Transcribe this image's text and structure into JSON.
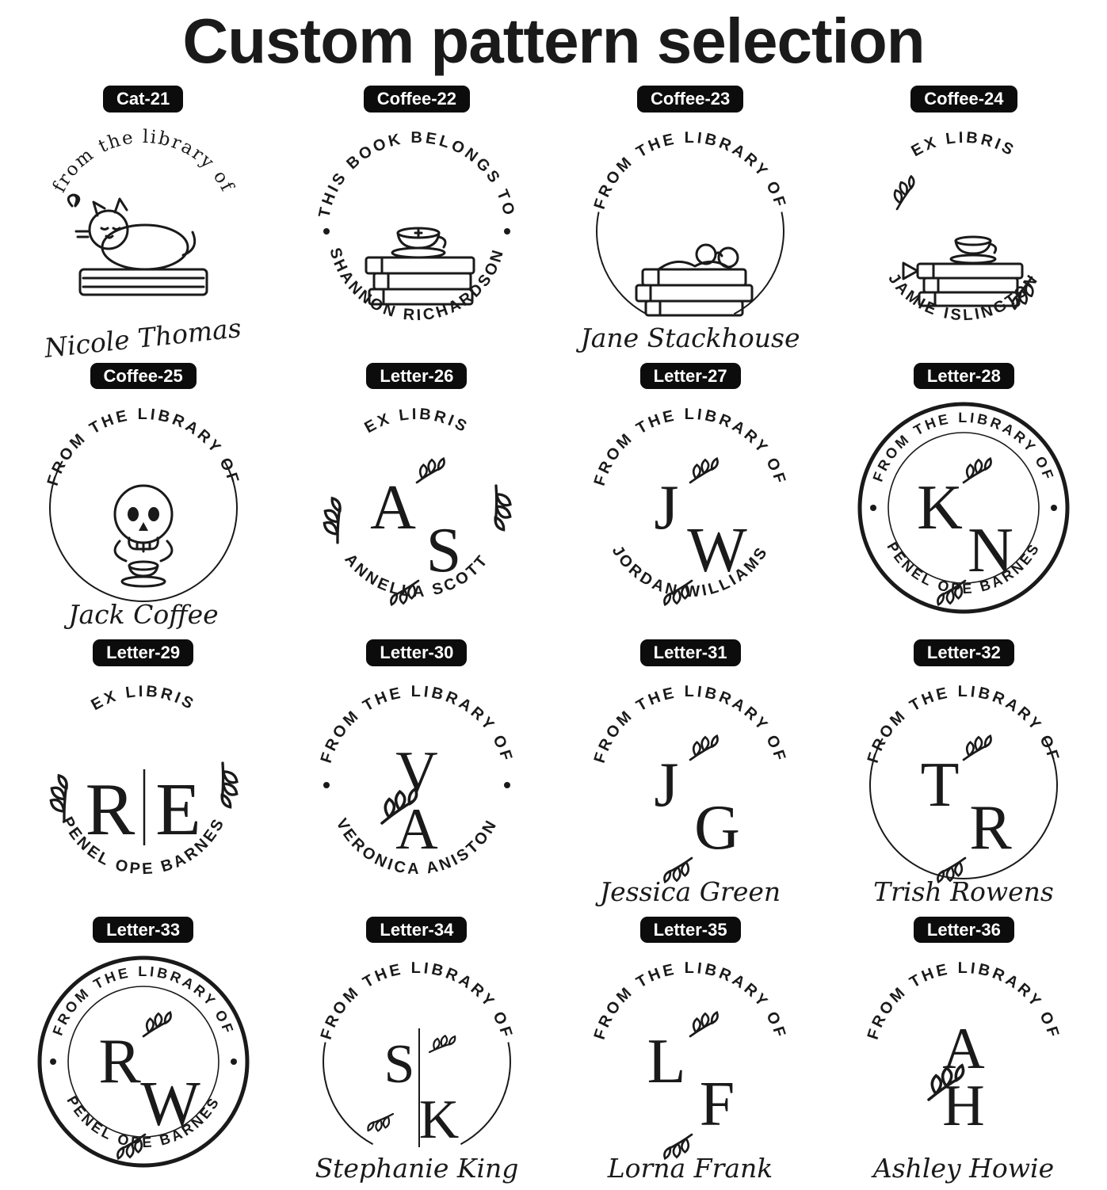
{
  "page": {
    "title": "Custom pattern selection",
    "ink_color": "#1a1a1a",
    "label_bg_color": "#0c0c0c",
    "label_text_color": "#ffffff"
  },
  "stamps": [
    {
      "label": "Cat-21",
      "top_text": "from the library of",
      "top_style": "serif",
      "bottom_text": "Nicole Thomas",
      "bottom_style": "script",
      "script_tilt": -6,
      "center": {
        "type": "icon",
        "icon": "cat-on-book-icon"
      },
      "ring": "none",
      "dots": false
    },
    {
      "label": "Coffee-22",
      "top_text": "THIS BOOK BELONGS TO",
      "top_style": "caps",
      "bottom_text": "SHANNON RICHARDSON",
      "bottom_style": "arc",
      "center": {
        "type": "icon",
        "icon": "teacup-on-books-icon"
      },
      "ring": "none",
      "dots": true
    },
    {
      "label": "Coffee-23",
      "top_text": "FROM THE LIBRARY OF",
      "top_style": "caps",
      "bottom_text": "Jane Stackhouse",
      "bottom_style": "script",
      "center": {
        "type": "icon",
        "icon": "books-and-glasses-icon"
      },
      "ring": "sides",
      "dots": false
    },
    {
      "label": "Coffee-24",
      "top_text": "EX LIBRIS",
      "top_style": "caps",
      "bottom_text": "JAMIE ISLINGTON",
      "bottom_style": "arc",
      "center": {
        "type": "icon",
        "icon": "cup-on-books-floral-icon"
      },
      "ring": "none",
      "dots": false
    },
    {
      "label": "Coffee-25",
      "top_text": "FROM THE LIBRARY OF",
      "top_style": "caps",
      "bottom_text": "Jack Coffee",
      "bottom_style": "script",
      "center": {
        "type": "icon",
        "icon": "skull-with-coffee-icon"
      },
      "ring": "open-top",
      "dots": false
    },
    {
      "label": "Letter-26",
      "top_text": "EX LIBRIS",
      "top_style": "caps",
      "bottom_text": "ANNELLA SCOTT",
      "bottom_style": "arc",
      "center": {
        "type": "monogram",
        "letters": [
          "A",
          "S"
        ],
        "layout": "diag",
        "side_sprigs": true
      },
      "ring": "none",
      "dots": false
    },
    {
      "label": "Letter-27",
      "top_text": "FROM THE LIBRARY OF",
      "top_style": "caps",
      "bottom_text": "JORDAN WILLIAMS",
      "bottom_style": "arc",
      "center": {
        "type": "monogram",
        "letters": [
          "J",
          "W"
        ],
        "layout": "diag"
      },
      "ring": "none",
      "dots": false
    },
    {
      "label": "Letter-28",
      "top_text": "FROM THE LIBRARY OF",
      "top_style": "caps",
      "bottom_text": "PENEL OPE BARNES",
      "bottom_style": "arc",
      "center": {
        "type": "monogram",
        "letters": [
          "K",
          "N"
        ],
        "layout": "diag"
      },
      "ring": "double",
      "dots": true
    },
    {
      "label": "Letter-29",
      "top_text": "EX LIBRIS",
      "top_style": "caps",
      "bottom_text": "PENEL OPE BARNES",
      "bottom_style": "arc",
      "center": {
        "type": "monogram",
        "letters": [
          "R",
          "E"
        ],
        "layout": "row-divider",
        "side_sprigs": true
      },
      "ring": "none",
      "dots": false
    },
    {
      "label": "Letter-30",
      "top_text": "FROM THE LIBRARY OF",
      "top_style": "caps",
      "bottom_text": "VERONICA ANISTON",
      "bottom_style": "arc",
      "center": {
        "type": "monogram",
        "letters": [
          "V",
          "A"
        ],
        "layout": "stack"
      },
      "ring": "none",
      "dots": true
    },
    {
      "label": "Letter-31",
      "top_text": "FROM THE LIBRARY OF",
      "top_style": "caps",
      "bottom_text": "Jessica Green",
      "bottom_style": "script",
      "center": {
        "type": "monogram",
        "letters": [
          "J",
          "G"
        ],
        "layout": "diag"
      },
      "ring": "none",
      "dots": false
    },
    {
      "label": "Letter-32",
      "top_text": "FROM THE LIBRARY OF",
      "top_style": "caps",
      "bottom_text": "Trish Rowens",
      "bottom_style": "script",
      "center": {
        "type": "monogram",
        "letters": [
          "T",
          "R"
        ],
        "layout": "diag"
      },
      "ring": "open-top",
      "dots": false
    },
    {
      "label": "Letter-33",
      "top_text": "FROM THE LIBRARY OF",
      "top_style": "caps",
      "bottom_text": "PENEL OPE BARNES",
      "bottom_style": "arc",
      "center": {
        "type": "monogram",
        "letters": [
          "R",
          "W"
        ],
        "layout": "diag"
      },
      "ring": "double",
      "dots": true
    },
    {
      "label": "Letter-34",
      "top_text": "FROM THE LIBRARY OF",
      "top_style": "caps",
      "bottom_text": "Stephanie King",
      "bottom_style": "script",
      "center": {
        "type": "monogram",
        "letters": [
          "S",
          "K"
        ],
        "layout": "stack-divider"
      },
      "ring": "sides",
      "dots": false
    },
    {
      "label": "Letter-35",
      "top_text": "FROM THE LIBRARY OF",
      "top_style": "caps",
      "bottom_text": "Lorna Frank",
      "bottom_style": "script",
      "center": {
        "type": "monogram",
        "letters": [
          "L",
          "F"
        ],
        "layout": "diag"
      },
      "ring": "none",
      "dots": false
    },
    {
      "label": "Letter-36",
      "top_text": "FROM THE LIBRARY OF",
      "top_style": "caps",
      "bottom_text": "Ashley Howie",
      "bottom_style": "script",
      "center": {
        "type": "monogram",
        "letters": [
          "A",
          "H"
        ],
        "layout": "stack"
      },
      "ring": "none",
      "dots": false
    }
  ]
}
